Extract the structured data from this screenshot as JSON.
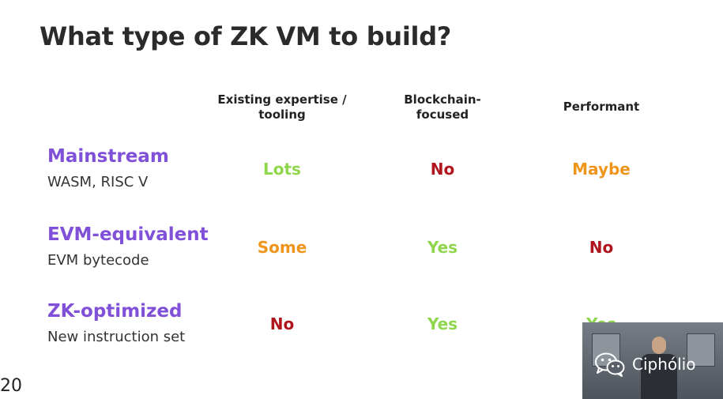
{
  "slide": {
    "title": "What type of ZK VM to build?",
    "columns": [
      {
        "line1": "Existing expertise /",
        "line2": "tooling"
      },
      {
        "line1": "Blockchain-",
        "line2": "focused"
      },
      {
        "line1": "Performant",
        "line2": ""
      }
    ],
    "rows": [
      {
        "title": "Mainstream",
        "subtitle": "WASM, RISC V",
        "cells": [
          "Lots",
          "No",
          "Maybe"
        ]
      },
      {
        "title": "EVM-equivalent",
        "subtitle": "EVM bytecode",
        "cells": [
          "Some",
          "Yes",
          "No"
        ]
      },
      {
        "title": "ZK-optimized",
        "subtitle": "New instruction set",
        "cells": [
          "No",
          "Yes",
          "Yes"
        ]
      }
    ],
    "page_number": "20"
  },
  "overlay": {
    "watermark_text": "Ciphólio",
    "icon": "wechat-icon"
  },
  "colors": {
    "row_title": "#8050d8",
    "positive": "#8fd64d",
    "negative": "#b0141c",
    "neutral": "#f0951c"
  }
}
